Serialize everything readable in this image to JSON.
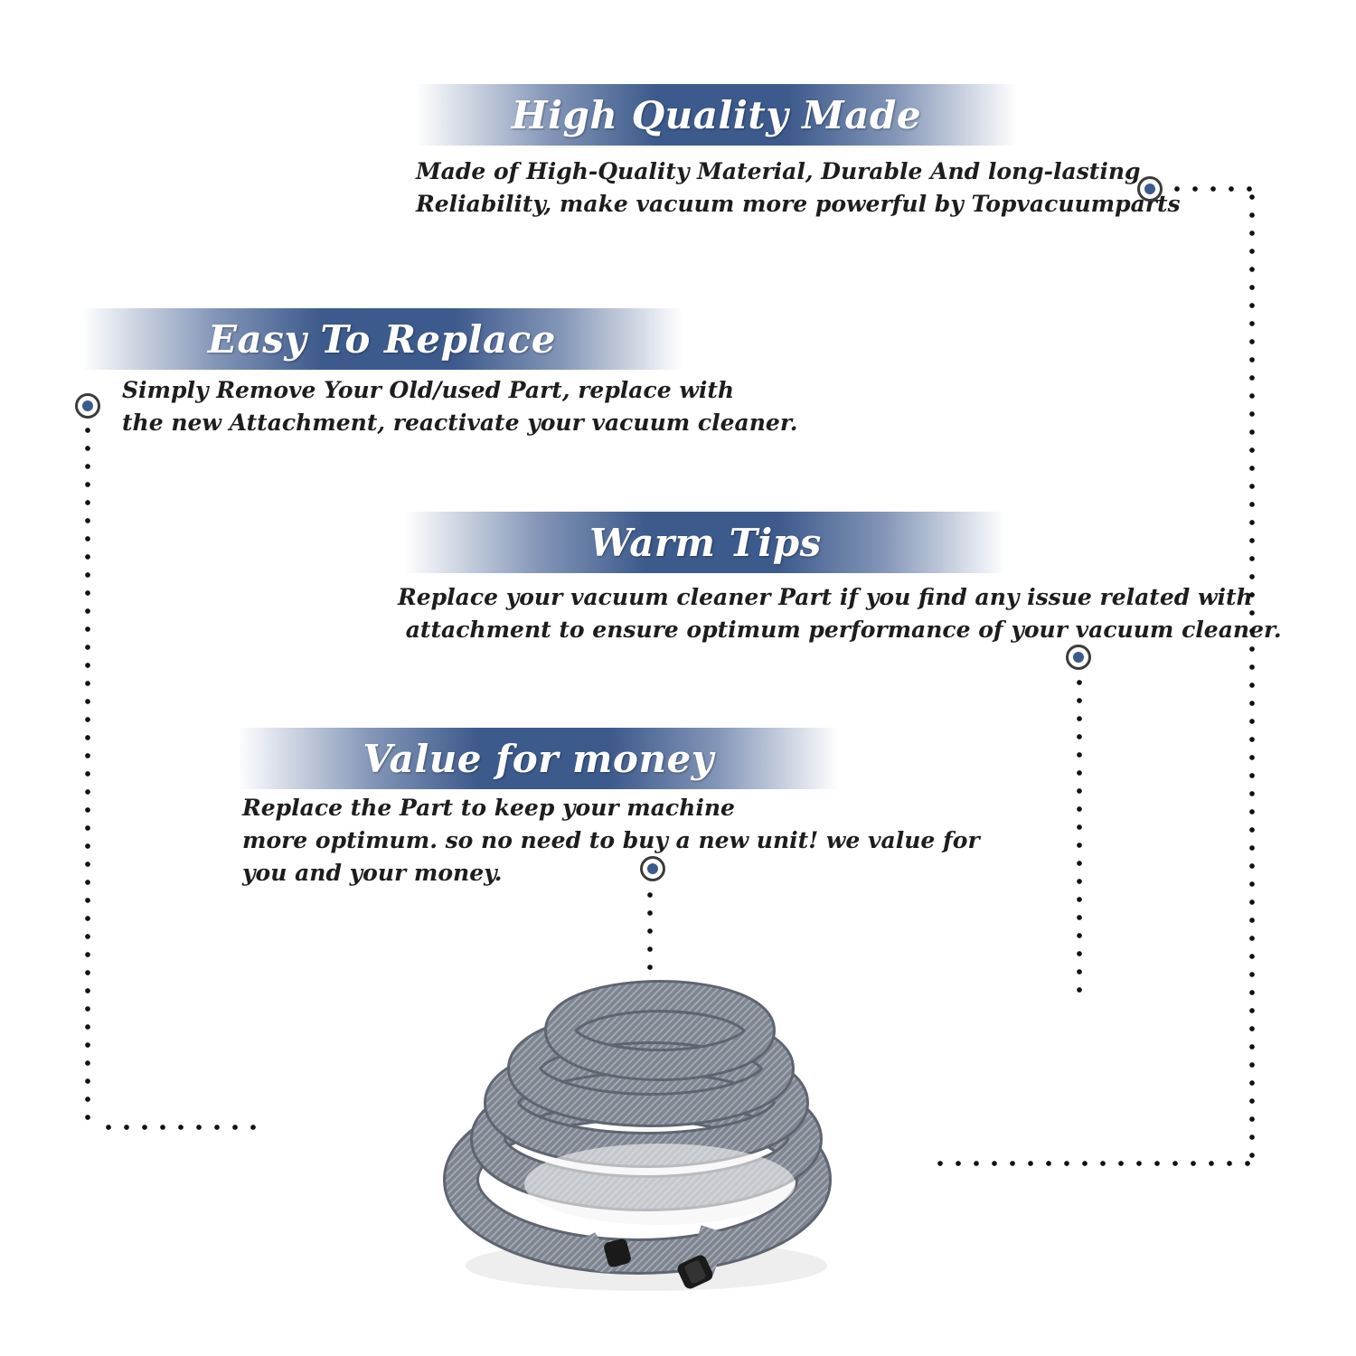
{
  "sections": [
    {
      "title": "High Quality Made",
      "lines": [
        "Made of  High-Quality Material, Durable And long-lasting",
        "Reliability, make vacuum more powerful by Topvacuumparts"
      ]
    },
    {
      "title": "Easy To Replace",
      "lines": [
        "Simply Remove Your Old/used Part, replace with",
        "the new Attachment, reactivate your vacuum cleaner."
      ]
    },
    {
      "title": "Warm Tips",
      "lines": [
        "Replace your vacuum cleaner Part if you find any issue related with",
        " attachment to ensure optimum performance of your vacuum cleaner."
      ]
    },
    {
      "title": "Value for money",
      "lines": [
        "Replace the Part to keep your machine",
        "more optimum. so no need to buy a new unit! we value for",
        "you and your money."
      ]
    }
  ],
  "colors": {
    "banner": "#3d5a8c",
    "marker": "#3d5a8c",
    "dots": "#111111",
    "hose": "#7e8590"
  },
  "icons": {
    "marker": "target-dot-icon",
    "product": "coiled-vacuum-hose"
  }
}
